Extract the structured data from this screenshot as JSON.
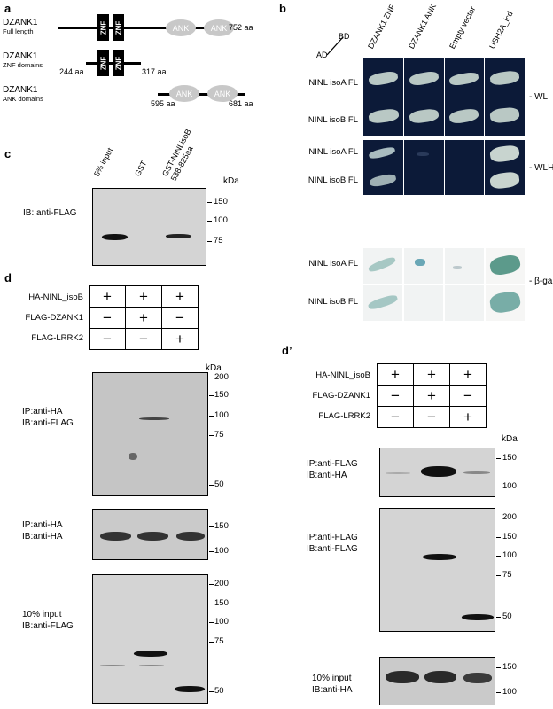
{
  "panels": {
    "a": "a",
    "b": "b",
    "c": "c",
    "d": "d",
    "d2": "d’"
  },
  "panel_a": {
    "constructs": [
      {
        "name": "DZANK1",
        "sub": "Full length",
        "end_label": "752 aa"
      },
      {
        "name": "DZANK1",
        "sub": "ZNF domains",
        "start_label": "244 aa",
        "end_label": "317 aa"
      },
      {
        "name": "DZANK1",
        "sub": "ANK domains",
        "start_label": "595 aa",
        "end_label": "681 aa"
      }
    ],
    "znf": "ZNF",
    "ank": "ANK"
  },
  "panel_b": {
    "ad": "AD",
    "bd": "BD",
    "columns": [
      "DZANK1 ZNF",
      "DZANK1 ANK",
      "Empty vector",
      "USH2A_icd"
    ],
    "rows_wl": [
      "NINL isoA FL",
      "NINL isoB FL"
    ],
    "rows_wlh": [
      "NINL isoA FL",
      "NINL isoB FL"
    ],
    "rows_bgal": [
      "NINL isoA FL",
      "NINL isoB FL"
    ],
    "label_wl": "- WL",
    "label_wlh": "- WLH",
    "label_bgal": "- β-gal"
  },
  "panel_c": {
    "columns": [
      "5% input",
      "GST",
      "GST-NINLisoB\n538-825aa"
    ],
    "ib": "IB: anti-FLAG",
    "kda": "kDa",
    "markers": [
      "150",
      "100",
      "75"
    ]
  },
  "panel_d": {
    "rows": [
      {
        "label": "HA-NINL_isoB",
        "cells": [
          "+",
          "+",
          "+"
        ]
      },
      {
        "label": "FLAG-DZANK1",
        "cells": [
          "−",
          "+",
          "−"
        ]
      },
      {
        "label": "FLAG-LRRK2",
        "cells": [
          "−",
          "−",
          "+"
        ]
      }
    ],
    "kda": "kDa",
    "blot1": {
      "l1": "IP:anti-HA",
      "l2": "IB:anti-FLAG",
      "markers": [
        "200",
        "150",
        "100",
        "75",
        "50"
      ]
    },
    "blot2": {
      "l1": "IP:anti-HA",
      "l2": "IB:anti-HA",
      "markers": [
        "150",
        "100"
      ]
    },
    "blot3": {
      "l1": "10% input",
      "l2": "IB:anti-FLAG",
      "markers": [
        "200",
        "150",
        "100",
        "75",
        "50"
      ]
    }
  },
  "panel_d2": {
    "rows": [
      {
        "label": "HA-NINL_isoB",
        "cells": [
          "+",
          "+",
          "+"
        ]
      },
      {
        "label": "FLAG-DZANK1",
        "cells": [
          "−",
          "+",
          "−"
        ]
      },
      {
        "label": "FLAG-LRRK2",
        "cells": [
          "−",
          "−",
          "+"
        ]
      }
    ],
    "kda": "kDa",
    "blot1": {
      "l1": "IP:anti-FLAG",
      "l2": "IB:anti-HA",
      "markers": [
        "150",
        "100"
      ]
    },
    "blot2": {
      "l1": "IP:anti-FLAG",
      "l2": "IB:anti-FLAG",
      "markers": [
        "200",
        "150",
        "100",
        "75",
        "50"
      ]
    },
    "blot3": {
      "l1": "10% input",
      "l2": "IB:anti-HA",
      "markers": [
        "150",
        "100"
      ]
    }
  }
}
